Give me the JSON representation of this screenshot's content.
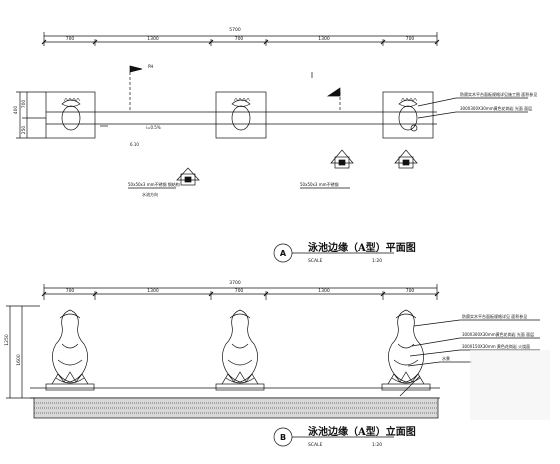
{
  "plan": {
    "total_dim": "5700",
    "seg_dims": [
      "700",
      "1300",
      "700",
      "1300",
      "700"
    ],
    "side_dims": [
      "700",
      "400",
      "250"
    ],
    "title_letter": "A",
    "title": "泳池边缘（A型）平面图",
    "scale": "SCALE",
    "scale_ratio": "1:20",
    "callouts": [
      "防腐实木平台面板规格详见施工图 面积参见",
      "300X300X30mm黄色花岗岩 光面 面层",
      "i=0.5%",
      "6.10",
      "50x50x3 mm不锈钢 钢结构",
      "水流方向",
      "50x50x3 mm不锈钢",
      "PH"
    ]
  },
  "elev": {
    "total_dim": "3700",
    "seg_dims": [
      "700",
      "1300",
      "700",
      "1300",
      "700"
    ],
    "side_dims": [
      "1250",
      "1600"
    ],
    "title_letter": "B",
    "title": "泳池边缘（A型）立面图",
    "scale": "SCALE",
    "scale_ratio": "1:20",
    "callouts": [
      "防腐实木平台面板规格详见 面积参见",
      "300X300X30mm黄色花岗岩 光面 面层",
      "300X150X30mm 黄色花岗岩 火烧面",
      "水景"
    ]
  }
}
